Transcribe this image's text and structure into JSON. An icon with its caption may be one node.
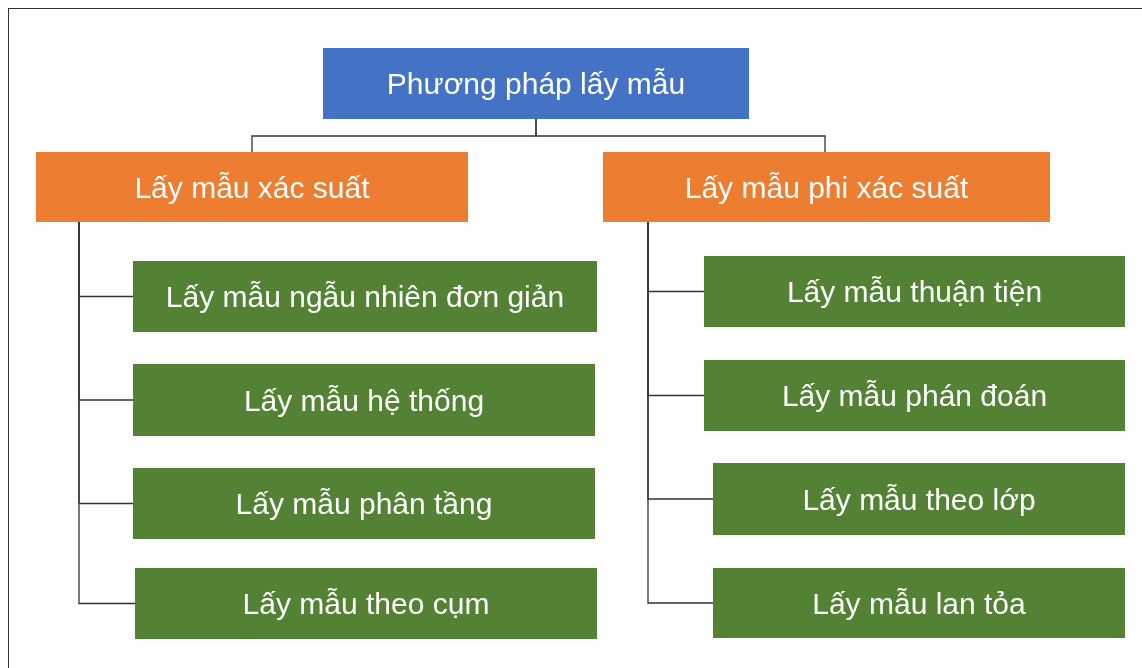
{
  "diagram": {
    "nodes": [
      {
        "text": [
          "Phương pháp lấy mẫu"
        ]
      },
      {
        "text": [
          "Lấy mẫu xác suất"
        ]
      },
      {
        "text": [
          "Lấy mẫu phi xác suất"
        ]
      },
      {
        "text": [
          "Lấy mẫu ngẫu nhiên đơn giản"
        ]
      },
      {
        "text": [
          "Lấy mẫu hệ thống"
        ]
      },
      {
        "text": [
          "Lấy mẫu phân tầng"
        ]
      },
      {
        "text": [
          "Lấy mẫu theo cụm"
        ]
      },
      {
        "text": [
          "Lấy mẫu thuận tiện"
        ]
      },
      {
        "text": [
          "Lấy mẫu phán đoán"
        ]
      },
      {
        "text": [
          "Lấy mẫu theo lớp"
        ]
      },
      {
        "text": [
          "Lấy mẫu lan tỏa"
        ]
      }
    ],
    "edges": [
      {
        "from": 0,
        "to": 1,
        "arrow": "none"
      },
      {
        "from": 0,
        "to": 2,
        "arrow": "none"
      },
      {
        "from": 1,
        "to": 3,
        "arrow": "none"
      },
      {
        "from": 1,
        "to": 4,
        "arrow": "none"
      },
      {
        "from": 1,
        "to": 5,
        "arrow": "none"
      },
      {
        "from": 1,
        "to": 6,
        "arrow": "none"
      },
      {
        "from": 2,
        "to": 7,
        "arrow": "none"
      },
      {
        "from": 2,
        "to": 8,
        "arrow": "none"
      },
      {
        "from": 2,
        "to": 9,
        "arrow": "none"
      },
      {
        "from": 2,
        "to": 10,
        "arrow": "none"
      }
    ]
  }
}
